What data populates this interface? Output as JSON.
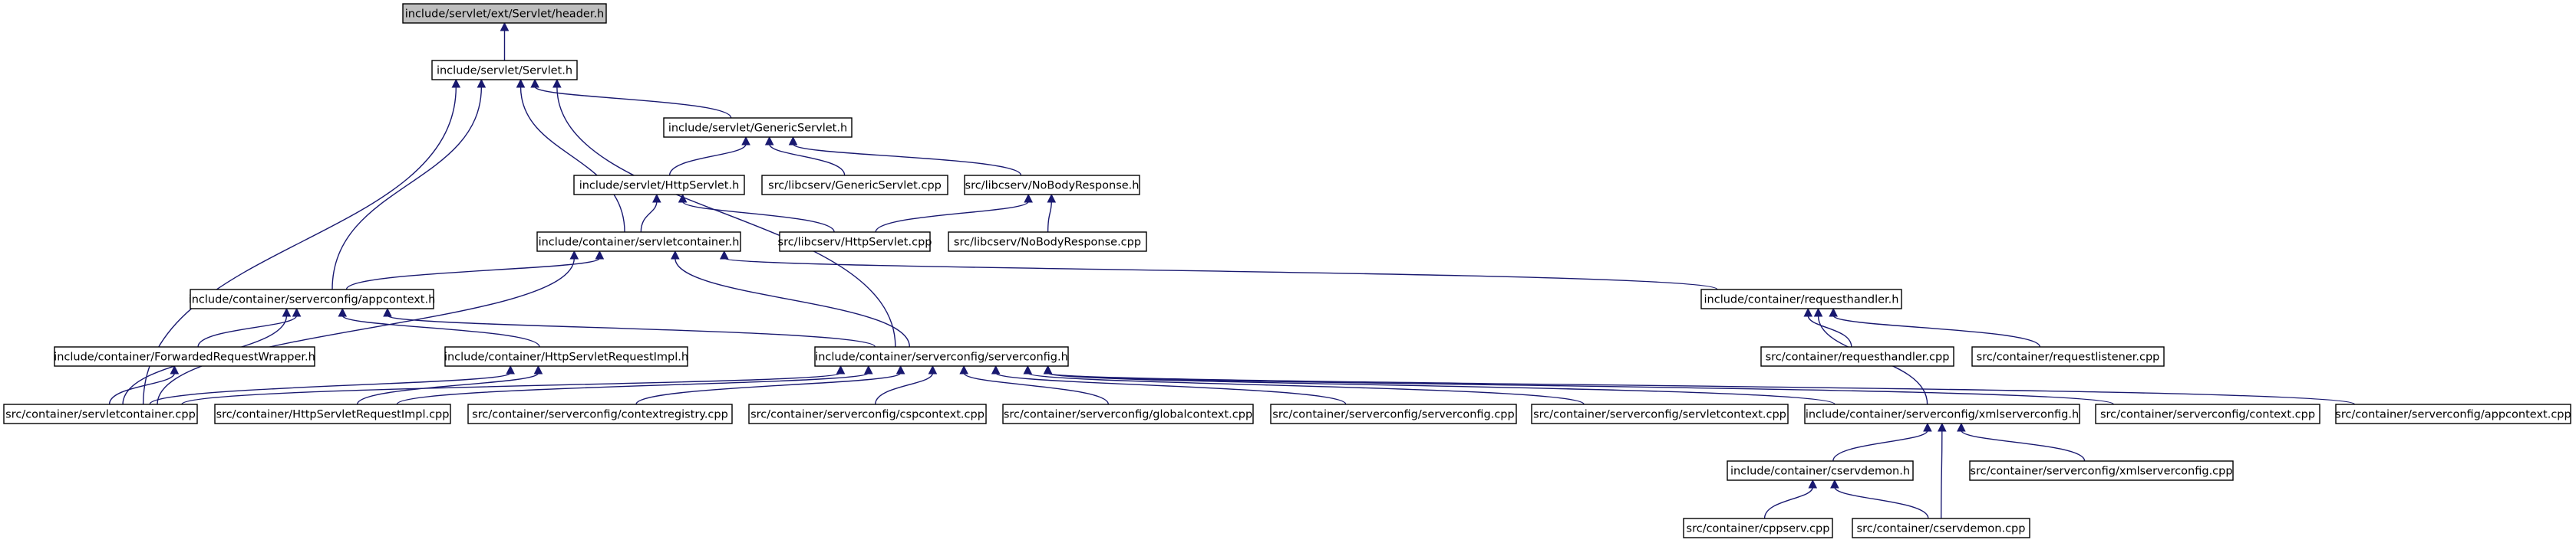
{
  "title": "include/servlet/ext/Servlet/header.h",
  "colors": {
    "edge": "#191970",
    "node_border": "#000000",
    "root_fill": "#bfbfbf",
    "node_fill": "#ffffff"
  },
  "nodes": [
    {
      "id": "header",
      "label": "include/servlet/ext/Servlet/header.h"
    },
    {
      "id": "servlet",
      "label": "include/servlet/Servlet.h"
    },
    {
      "id": "generic",
      "label": "include/servlet/GenericServlet.h"
    },
    {
      "id": "httpservlet",
      "label": "include/servlet/HttpServlet.h"
    },
    {
      "id": "genericcpp",
      "label": "src/libcserv/GenericServlet.cpp"
    },
    {
      "id": "nobodyh",
      "label": "src/libcserv/NoBodyResponse.h"
    },
    {
      "id": "httpservletcpp",
      "label": "src/libcserv/HttpServlet.cpp"
    },
    {
      "id": "nobodycpp",
      "label": "src/libcserv/NoBodyResponse.cpp"
    },
    {
      "id": "scontainerh",
      "label": "include/container/servletcontainer.h"
    },
    {
      "id": "appcontexth",
      "label": "include/container/serverconfig/appcontext.h"
    },
    {
      "id": "reqhandlerh",
      "label": "include/container/requesthandler.h"
    },
    {
      "id": "fwdreqh",
      "label": "include/container/ForwardedRequestWrapper.h"
    },
    {
      "id": "httpreqimplh",
      "label": "include/container/HttpServletRequestImpl.h"
    },
    {
      "id": "serverconfigh",
      "label": "include/container/serverconfig/serverconfig.h"
    },
    {
      "id": "reqhandlercpp",
      "label": "src/container/requesthandler.cpp"
    },
    {
      "id": "reqlistenercpp",
      "label": "src/container/requestlistener.cpp"
    },
    {
      "id": "scontainercpp",
      "label": "src/container/servletcontainer.cpp"
    },
    {
      "id": "httpreqimplcpp",
      "label": "src/container/HttpServletRequestImpl.cpp"
    },
    {
      "id": "ctxregistrycpp",
      "label": "src/container/serverconfig/contextregistry.cpp"
    },
    {
      "id": "cspcontextcpp",
      "label": "src/container/serverconfig/cspcontext.cpp"
    },
    {
      "id": "globalctxcpp",
      "label": "src/container/serverconfig/globalcontext.cpp"
    },
    {
      "id": "serverconfigcpp",
      "label": "src/container/serverconfig/serverconfig.cpp"
    },
    {
      "id": "servletctxcpp",
      "label": "src/container/serverconfig/servletcontext.cpp"
    },
    {
      "id": "xmlserverconfigh",
      "label": "include/container/serverconfig/xmlserverconfig.h"
    },
    {
      "id": "contextcpp",
      "label": "src/container/serverconfig/context.cpp"
    },
    {
      "id": "appcontextcpp",
      "label": "src/container/serverconfig/appcontext.cpp"
    },
    {
      "id": "cservdemonh",
      "label": "include/container/cservdemon.h"
    },
    {
      "id": "xmlserverconfigcpp",
      "label": "src/container/serverconfig/xmlserverconfig.cpp"
    },
    {
      "id": "cppservcpp",
      "label": "src/container/cppserv.cpp"
    },
    {
      "id": "cservdemoncpp",
      "label": "src/container/cservdemon.cpp"
    }
  ],
  "edges": [
    [
      "header",
      "servlet"
    ],
    [
      "servlet",
      "generic"
    ],
    [
      "servlet",
      "scontainerh"
    ],
    [
      "servlet",
      "appcontexth"
    ],
    [
      "servlet",
      "serverconfigh"
    ],
    [
      "servlet",
      "scontainercpp"
    ],
    [
      "generic",
      "httpservlet"
    ],
    [
      "generic",
      "genericcpp"
    ],
    [
      "generic",
      "nobodyh"
    ],
    [
      "httpservlet",
      "scontainerh"
    ],
    [
      "httpservlet",
      "httpservletcpp"
    ],
    [
      "nobodyh",
      "httpservletcpp"
    ],
    [
      "nobodyh",
      "nobodycpp"
    ],
    [
      "scontainerh",
      "appcontexth"
    ],
    [
      "scontainerh",
      "reqhandlerh"
    ],
    [
      "scontainerh",
      "serverconfigh"
    ],
    [
      "scontainerh",
      "scontainercpp"
    ],
    [
      "appcontexth",
      "fwdreqh"
    ],
    [
      "appcontexth",
      "httpreqimplh"
    ],
    [
      "appcontexth",
      "serverconfigh"
    ],
    [
      "appcontexth",
      "scontainercpp"
    ],
    [
      "reqhandlerh",
      "reqhandlercpp"
    ],
    [
      "reqhandlerh",
      "reqlistenercpp"
    ],
    [
      "reqhandlerh",
      "xmlserverconfigh"
    ],
    [
      "fwdreqh",
      "scontainercpp"
    ],
    [
      "httpreqimplh",
      "scontainercpp"
    ],
    [
      "httpreqimplh",
      "httpreqimplcpp"
    ],
    [
      "serverconfigh",
      "scontainercpp"
    ],
    [
      "serverconfigh",
      "httpreqimplcpp"
    ],
    [
      "serverconfigh",
      "ctxregistrycpp"
    ],
    [
      "serverconfigh",
      "cspcontextcpp"
    ],
    [
      "serverconfigh",
      "globalctxcpp"
    ],
    [
      "serverconfigh",
      "serverconfigcpp"
    ],
    [
      "serverconfigh",
      "servletctxcpp"
    ],
    [
      "serverconfigh",
      "xmlserverconfigh"
    ],
    [
      "serverconfigh",
      "contextcpp"
    ],
    [
      "serverconfigh",
      "appcontextcpp"
    ],
    [
      "xmlserverconfigh",
      "cservdemonh"
    ],
    [
      "xmlserverconfigh",
      "xmlserverconfigcpp"
    ],
    [
      "xmlserverconfigh",
      "cservdemoncpp"
    ],
    [
      "cservdemonh",
      "cppservcpp"
    ],
    [
      "cservdemonh",
      "cservdemoncpp"
    ]
  ]
}
